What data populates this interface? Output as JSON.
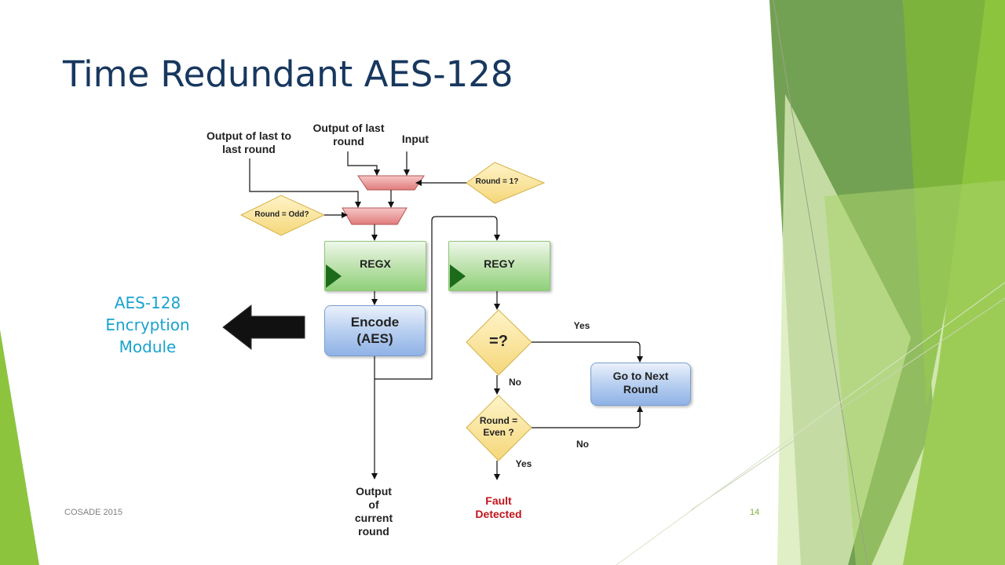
{
  "slide": {
    "title": "Time Redundant AES-128",
    "side_label": [
      "AES-128",
      "Encryption",
      "Module"
    ],
    "footer_left": "COSADE 2015",
    "page_number": "14"
  },
  "colors": {
    "title": "#17375e",
    "side_label": "#1aa3cf",
    "fault": "#c0141c",
    "green_dark": "#5a8f3a",
    "green_light": "#9fcf4a"
  },
  "diagram": {
    "inputs": {
      "last_to_last": [
        "Output of last to",
        "last round"
      ],
      "last_round": [
        "Output of last",
        "round"
      ],
      "input": "Input"
    },
    "conditions": {
      "round_is_1": "Round = 1?",
      "round_is_odd": "Round = Odd?",
      "compare": "=?",
      "round_is_even": [
        "Round =",
        "Even ?"
      ]
    },
    "registers": {
      "regx": "REGX",
      "regy": "REGY"
    },
    "encode": [
      "Encode",
      "(AES)"
    ],
    "next_round": [
      "Go to Next",
      "Round"
    ],
    "edge_labels": {
      "yes_top": "Yes",
      "no_middle": "No",
      "no_right": "No",
      "yes_bottom": "Yes"
    },
    "outputs": {
      "current": [
        "Output",
        "of",
        "current",
        "round"
      ],
      "fault": [
        "Fault",
        "Detected"
      ]
    }
  }
}
